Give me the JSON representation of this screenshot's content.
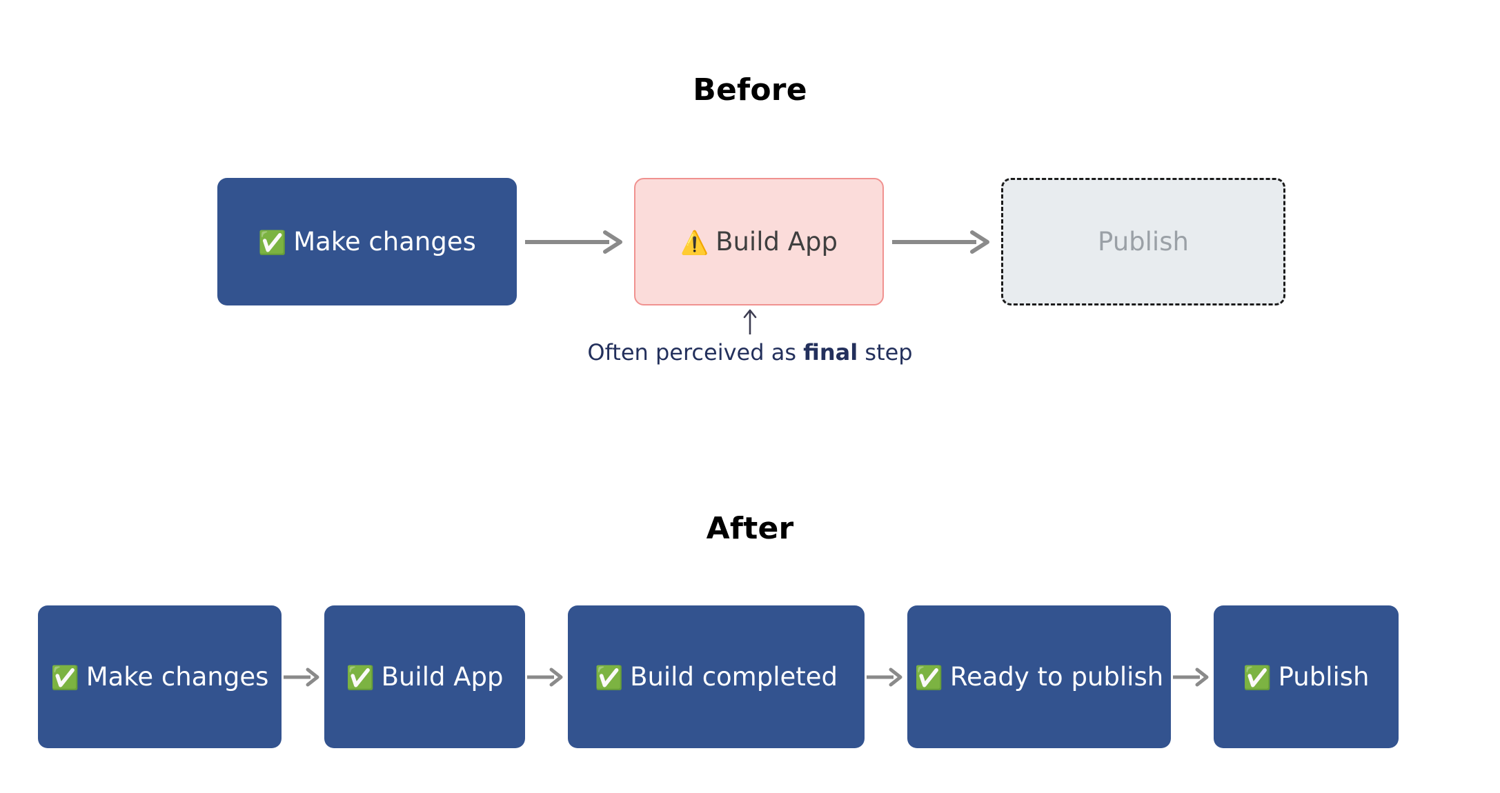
{
  "diagram": {
    "title_before": "Before",
    "title_after": "After",
    "colors": {
      "node_filled_bg": "#33538F",
      "node_filled_text": "#FFFFFF",
      "node_warn_bg": "#FBDCDA",
      "node_warn_border": "#F0918F",
      "node_warn_text": "#3F3F3F",
      "node_ghost_bg": "#E8ECEF",
      "node_ghost_border": "#1A1A1A",
      "node_ghost_text": "#9AA0A6",
      "arrow": "#8A8A8A",
      "callout_text": "#23305C",
      "title_text": "#000000",
      "background": "#FFFFFF"
    }
  },
  "before": {
    "nodes": [
      {
        "id": "make-changes",
        "emoji": "✅",
        "emoji_name": "check-mark-button-icon",
        "label": "Make changes",
        "style": "filled"
      },
      {
        "id": "build-app",
        "emoji": "⚠️",
        "emoji_name": "warning-icon",
        "label": "Build App",
        "style": "warn"
      },
      {
        "id": "publish",
        "emoji": "",
        "emoji_name": "",
        "label": "Publish",
        "style": "ghost"
      }
    ],
    "callout": {
      "arrow": "↑",
      "prefix": "Often perceived as ",
      "emphasis": "final",
      "suffix": " step",
      "full_text": "Often perceived as final step"
    }
  },
  "after": {
    "nodes": [
      {
        "id": "make-changes",
        "emoji": "✅",
        "emoji_name": "check-mark-button-icon",
        "label": "Make changes",
        "style": "filled"
      },
      {
        "id": "build-app",
        "emoji": "✅",
        "emoji_name": "check-mark-button-icon",
        "label": "Build App",
        "style": "filled"
      },
      {
        "id": "build-completed",
        "emoji": "✅",
        "emoji_name": "check-mark-button-icon",
        "label": "Build completed",
        "style": "filled"
      },
      {
        "id": "ready-to-publish",
        "emoji": "✅",
        "emoji_name": "check-mark-button-icon",
        "label": "Ready to publish",
        "style": "filled"
      },
      {
        "id": "publish",
        "emoji": "✅",
        "emoji_name": "check-mark-button-icon",
        "label": "Publish",
        "style": "filled"
      }
    ]
  }
}
